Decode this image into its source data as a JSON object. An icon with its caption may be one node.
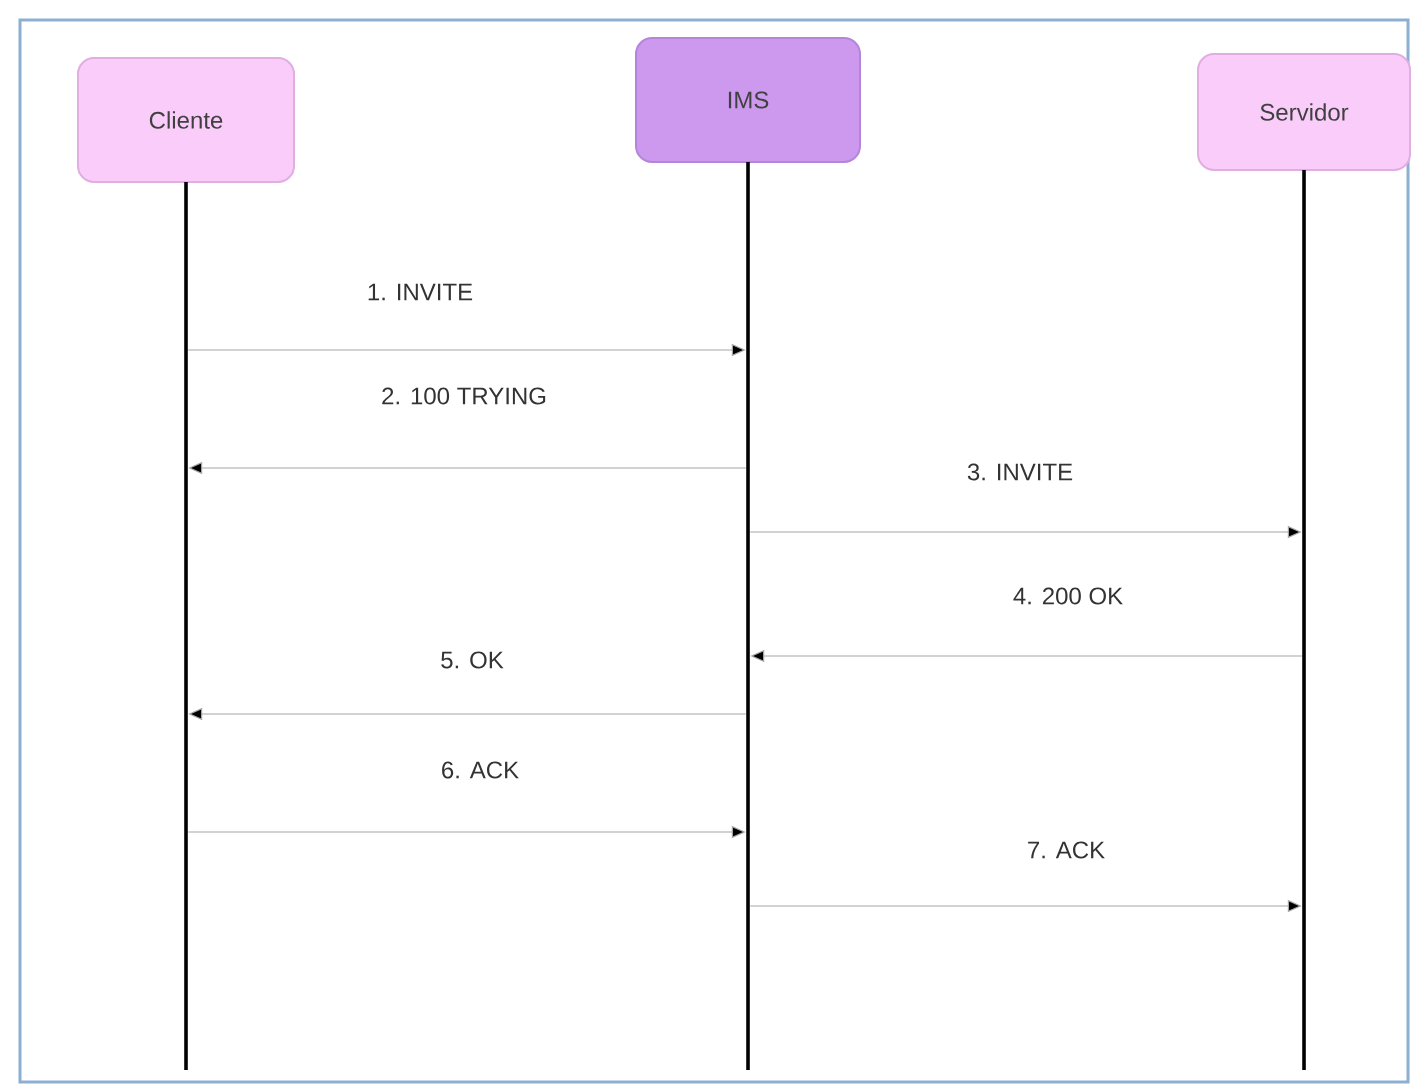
{
  "diagram": {
    "nodes": [
      {
        "text": [
          "Cliente"
        ]
      },
      {
        "text": [
          "IMS"
        ]
      },
      {
        "text": [
          "Servidor"
        ]
      },
      {
        "text": [],
        "shape": "bar"
      },
      {
        "text": [],
        "shape": "bar"
      },
      {
        "text": [],
        "shape": "bar"
      }
    ],
    "edges": [
      {
        "from": 3,
        "to": 4,
        "arrow": "to",
        "label": "1. INVITE"
      },
      {
        "from": 4,
        "to": 3,
        "arrow": "to",
        "label": "2. 100 TRYING"
      },
      {
        "from": 4,
        "to": 5,
        "arrow": "to",
        "label": "3. INVITE"
      },
      {
        "from": 5,
        "to": 4,
        "arrow": "to",
        "label": "4. 200 OK"
      },
      {
        "from": 4,
        "to": 3,
        "arrow": "to",
        "label": "5. OK"
      },
      {
        "from": 3,
        "to": 4,
        "arrow": "to",
        "label": "6. ACK"
      },
      {
        "from": 4,
        "to": 5,
        "arrow": "to",
        "label": "7. ACK"
      }
    ]
  }
}
